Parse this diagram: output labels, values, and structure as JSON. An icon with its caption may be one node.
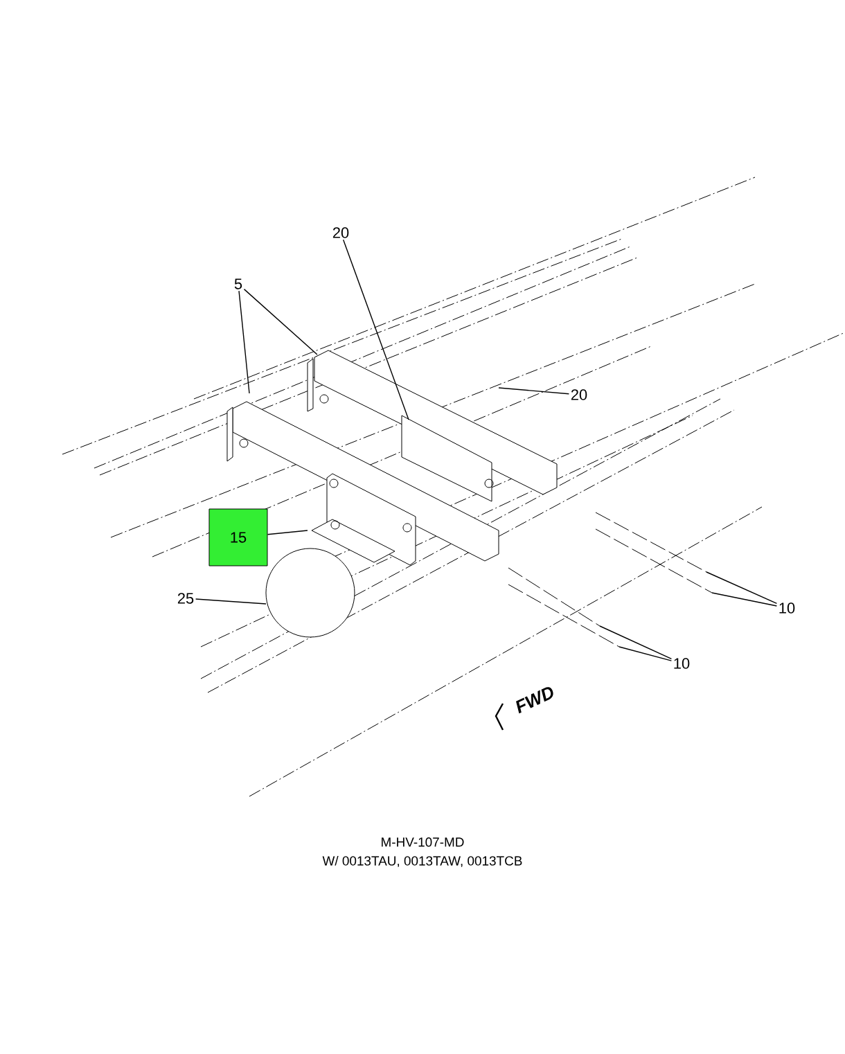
{
  "diagram": {
    "nodes": [
      {
        "text": [
          "5"
        ]
      },
      {
        "text": [
          "20"
        ]
      },
      {
        "text": [
          "20"
        ]
      },
      {
        "text": [
          "15"
        ]
      },
      {
        "text": [
          "25"
        ]
      },
      {
        "text": [
          "10"
        ]
      },
      {
        "text": [
          "10"
        ]
      }
    ],
    "edges": [
      {
        "from": 0,
        "to": null,
        "arrow": "none"
      },
      {
        "from": 0,
        "to": null,
        "arrow": "none"
      },
      {
        "from": 1,
        "to": null,
        "arrow": "none"
      },
      {
        "from": 2,
        "to": null,
        "arrow": "none"
      },
      {
        "from": 3,
        "to": null,
        "arrow": "none"
      },
      {
        "from": 4,
        "to": null,
        "arrow": "none"
      },
      {
        "from": 5,
        "to": null,
        "arrow": "none"
      },
      {
        "from": 5,
        "to": null,
        "arrow": "none"
      },
      {
        "from": 6,
        "to": null,
        "arrow": "none"
      },
      {
        "from": 6,
        "to": null,
        "arrow": "none"
      }
    ],
    "labels": [
      "FWD",
      "M-HV-107-MD",
      "W/ 0013TAU, 0013TAW, 0013TCB"
    ]
  }
}
